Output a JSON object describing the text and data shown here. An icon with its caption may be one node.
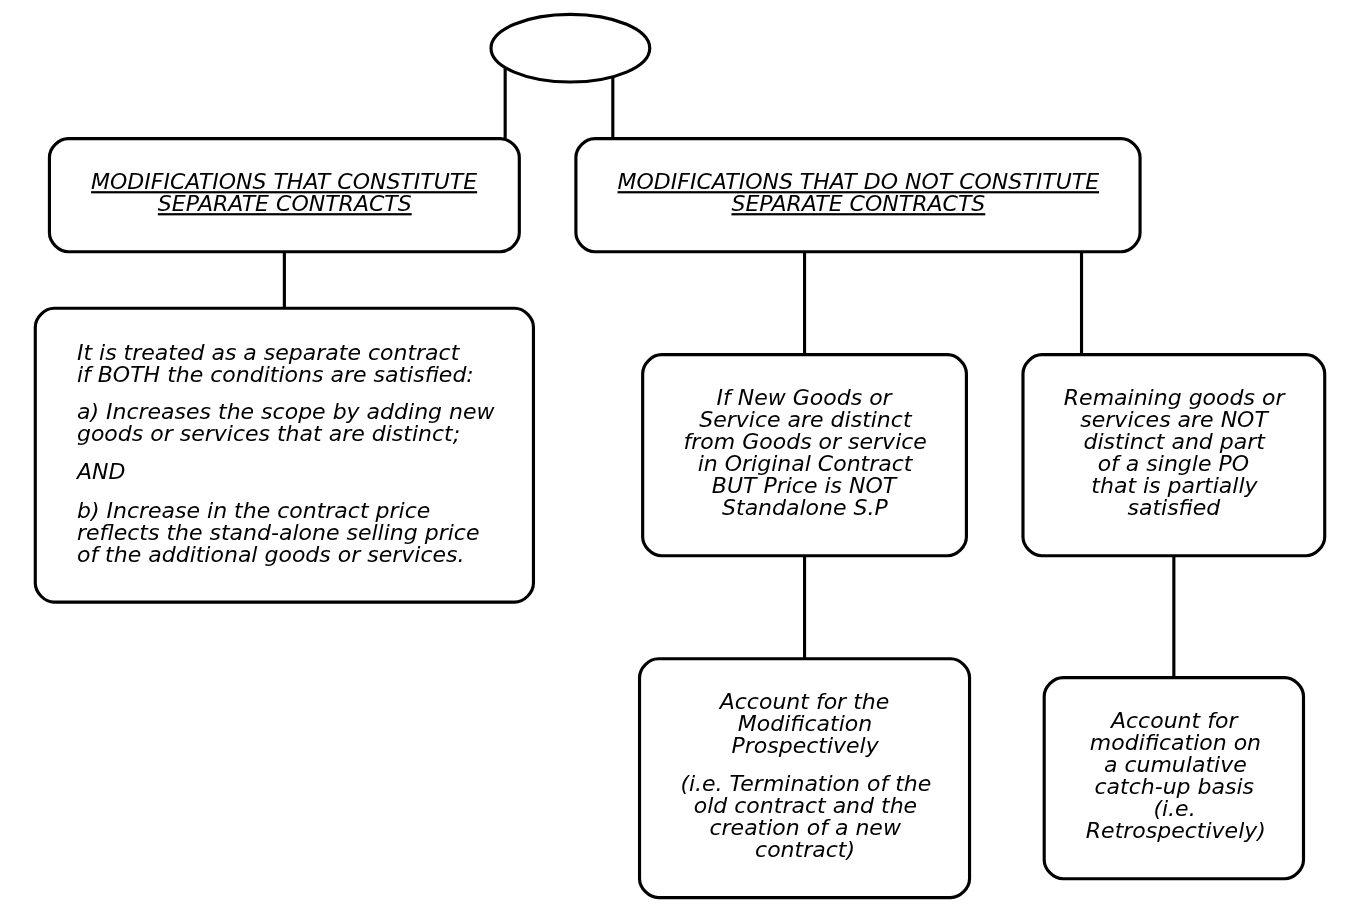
{
  "diagram": {
    "nodes": [
      {
        "text": [],
        "shape": "ellipse"
      },
      {
        "text": [
          "MODIFICATIONS THAT CONSTITUTE SEPARATE CONTRACTS"
        ]
      },
      {
        "text": [
          "MODIFICATIONS THAT DO NOT CONSTITUTE SEPARATE CONTRACTS"
        ]
      },
      {
        "text": [
          "It is treated as a separate contract if BOTH the conditions are satisfied:",
          "a) Increases the scope by adding new goods or services that are distinct;",
          "AND",
          "b) Increase in the contract price reflects the stand-alone selling price of the additional goods or services."
        ]
      },
      {
        "text": [
          "If New Goods or Service are distinct from Goods or service in Original Contract BUT Price is NOT Standalone S.P"
        ]
      },
      {
        "text": [
          "Remaining goods or services are NOT distinct and part of a single PO that is partially satisfied"
        ]
      },
      {
        "text": [
          "Account for the Modification Prospectively",
          "(i.e. Termination of the old contract and the creation of a new contract)"
        ]
      },
      {
        "text": [
          "Account for modification on a cumulative catch-up basis (i.e. Retrospectively)"
        ]
      }
    ],
    "edges": [
      {
        "from": 0,
        "to": 1,
        "arrow": "none"
      },
      {
        "from": 0,
        "to": 2,
        "arrow": "none"
      },
      {
        "from": 1,
        "to": 3,
        "arrow": "none"
      },
      {
        "from": 2,
        "to": 4,
        "arrow": "none"
      },
      {
        "from": 2,
        "to": 5,
        "arrow": "none"
      },
      {
        "from": 4,
        "to": 6,
        "arrow": "none"
      },
      {
        "from": 5,
        "to": 7,
        "arrow": "none"
      }
    ]
  }
}
